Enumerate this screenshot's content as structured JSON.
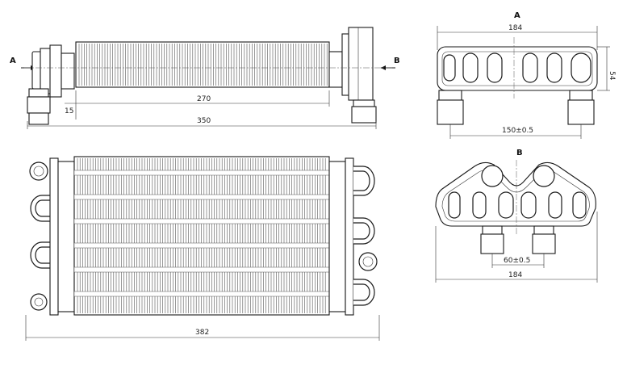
{
  "views": {
    "front": {
      "view_a_label": "A",
      "view_b_label": "B",
      "dims": {
        "fin_length": "270",
        "offset": "15",
        "overall_length": "350"
      }
    },
    "top": {
      "dims": {
        "overall_length": "382"
      }
    },
    "end_a": {
      "title": "A",
      "dims": {
        "width": "184",
        "height": "54",
        "pipe_spacing": "150±0.5"
      }
    },
    "end_b": {
      "title": "B",
      "dims": {
        "pipe_spacing": "60±0.5",
        "width": "184"
      }
    }
  }
}
